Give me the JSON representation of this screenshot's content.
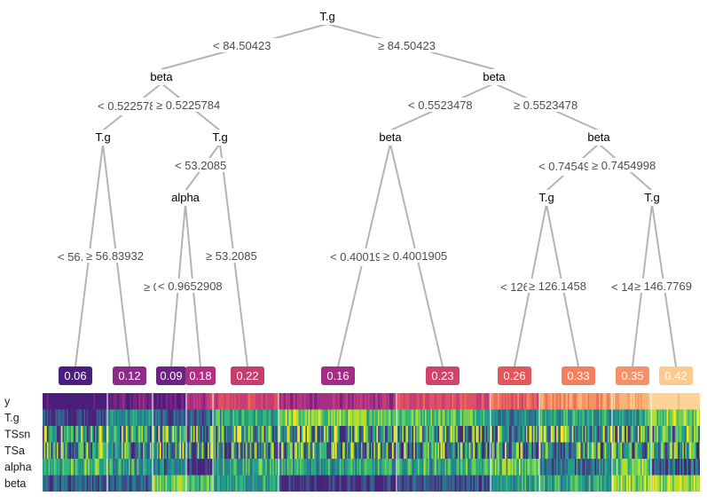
{
  "chart_data": {
    "type": "heatmap",
    "tree": {
      "nodes": [
        {
          "id": "n1",
          "label": "T.g"
        },
        {
          "id": "n2",
          "label": "beta"
        },
        {
          "id": "n3",
          "label": "beta"
        },
        {
          "id": "n4",
          "label": "T.g"
        },
        {
          "id": "n5",
          "label": "T.g"
        },
        {
          "id": "n6",
          "label": "alpha"
        },
        {
          "id": "n7",
          "label": "beta"
        },
        {
          "id": "n8",
          "label": "beta"
        },
        {
          "id": "n9",
          "label": "T.g"
        },
        {
          "id": "n10",
          "label": "T.g"
        }
      ],
      "splits": [
        {
          "id": "s1",
          "left": "< 84.50423",
          "right": "≥ 84.50423"
        },
        {
          "id": "s2",
          "left": "< 0.5225784",
          "right": "≥ 0.5225784"
        },
        {
          "id": "s3",
          "left": "< 0.5523478",
          "right": "≥ 0.5523478"
        },
        {
          "id": "s4",
          "left": "< 56.83932",
          "right": "≥ 56.83932"
        },
        {
          "id": "s5",
          "left": "< 53.2085",
          "right": "≥ 53.2085"
        },
        {
          "id": "s6",
          "left": "< 0.9652908",
          "right": "≥ 0.9652908"
        },
        {
          "id": "s7",
          "left": "< 0.4001905",
          "right": "≥ 0.4001905"
        },
        {
          "id": "s8",
          "left": "< 0.7454998",
          "right": "≥ 0.7454998"
        },
        {
          "id": "s9",
          "left": "< 126.1458",
          "right": "≥ 126.1458"
        },
        {
          "id": "s10",
          "left": "< 146.7769",
          "right": "≥ 146.7769"
        }
      ],
      "leaves": [
        {
          "id": "l1",
          "value": 0.06,
          "label": "0.06",
          "color": "#4b1d7c"
        },
        {
          "id": "l2",
          "value": 0.12,
          "label": "0.12",
          "color": "#8d2a8a"
        },
        {
          "id": "l3",
          "value": 0.09,
          "label": "0.09",
          "color": "#6b2280"
        },
        {
          "id": "l4",
          "value": 0.18,
          "label": "0.18",
          "color": "#b02f82"
        },
        {
          "id": "l5",
          "value": 0.22,
          "label": "0.22",
          "color": "#c93c6e"
        },
        {
          "id": "l6",
          "value": 0.16,
          "label": "0.16",
          "color": "#a52c86"
        },
        {
          "id": "l7",
          "value": 0.23,
          "label": "0.23",
          "color": "#d0436a"
        },
        {
          "id": "l8",
          "value": 0.26,
          "label": "0.26",
          "color": "#e2565c"
        },
        {
          "id": "l9",
          "value": 0.33,
          "label": "0.33",
          "color": "#f28060"
        },
        {
          "id": "l10",
          "value": 0.35,
          "label": "0.35",
          "color": "#f69068"
        },
        {
          "id": "l11",
          "value": 0.42,
          "label": "0.42",
          "color": "#fbcb8e"
        }
      ]
    },
    "heatmap": {
      "rows": [
        "y",
        "T.g",
        "TSsn",
        "TSa",
        "alpha",
        "beta"
      ],
      "palette": [
        "#4a1f7c",
        "#482878",
        "#3e4a89",
        "#31688e",
        "#26828e",
        "#1f9e89",
        "#35b779",
        "#6ece58",
        "#b5de2b",
        "#fde725"
      ],
      "y_palette": [
        "#4b1d7c",
        "#7b2382",
        "#a62d86",
        "#c63c74",
        "#de5162",
        "#ef6d5b",
        "#f6935f",
        "#fab376",
        "#fdd396"
      ]
    }
  }
}
